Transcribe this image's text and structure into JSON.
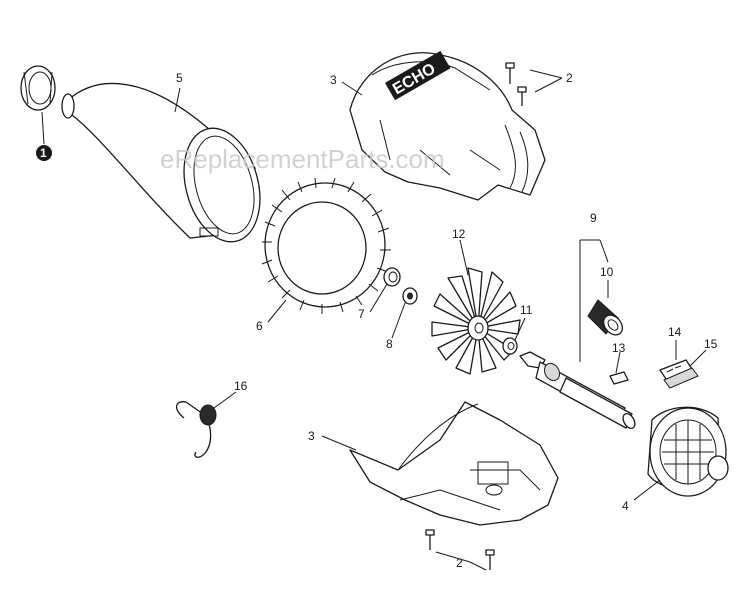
{
  "watermark": "eReplacementParts.com",
  "brand_mark": "ECHO",
  "callouts": {
    "c1": "1",
    "c2_top": "2",
    "c2_bottom": "2",
    "c3_top": "3",
    "c3_bottom": "3",
    "c4": "4",
    "c5": "5",
    "c6": "6",
    "c7": "7",
    "c8": "8",
    "c9": "9",
    "c10": "10",
    "c11": "11",
    "c12": "12",
    "c13": "13",
    "c14": "14",
    "c15": "15",
    "c16": "16"
  }
}
